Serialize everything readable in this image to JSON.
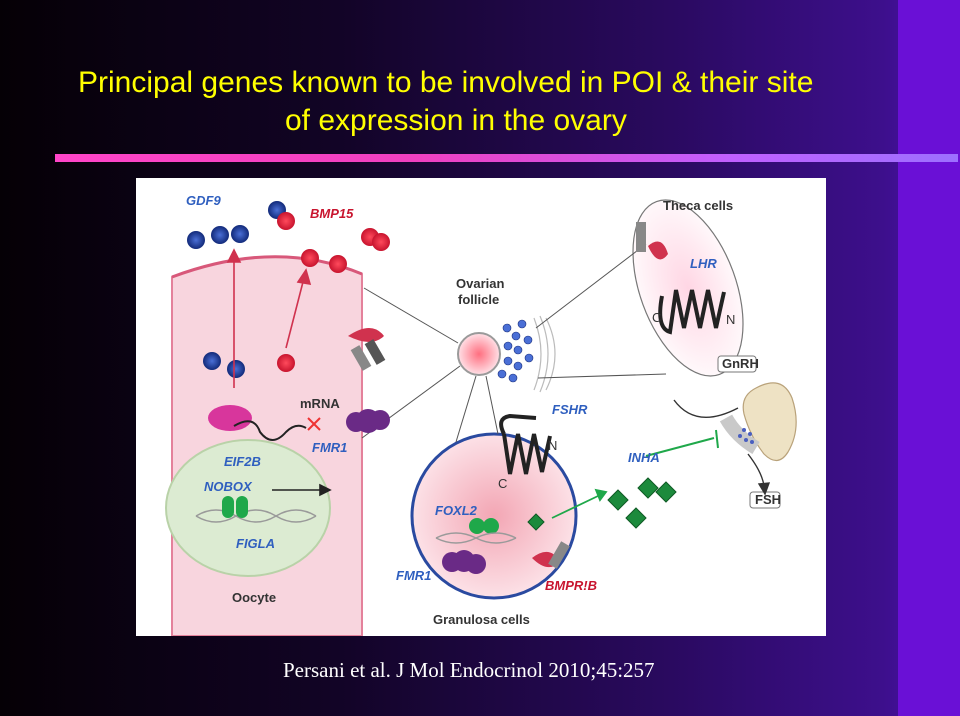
{
  "slide": {
    "title_line1": "Principal genes known to be involved in POI & their site",
    "title_line2": "of expression in the ovary",
    "citation": "Persani et al. J Mol Endocrinol 2010;45:257"
  },
  "diagram": {
    "labels": {
      "gdf9": "GDF9",
      "bmp15": "BMP15",
      "theca_cells": "Theca cells",
      "ovarian_follicle_1": "Ovarian",
      "ovarian_follicle_2": "follicle",
      "lhr": "LHR",
      "gnrh": "GnRH",
      "mrna": "mRNA",
      "fmr1_oocyte": "FMR1",
      "fshr": "FSHR",
      "eif2b": "EIF2B",
      "nobox": "NOBOX",
      "figla": "FIGLA",
      "inha": "INHA",
      "foxl2": "FOXL2",
      "fsh": "FSH",
      "fmr1_granulosa": "FMR1",
      "bmpr1b": "BMPR!B",
      "oocyte": "Oocyte",
      "granulosa_cells": "Granulosa cells",
      "c_lhr": "C",
      "n_lhr": "N",
      "n_fshr": "N",
      "c_fshr": "C"
    },
    "colors": {
      "gene_label": "#2f5fbf",
      "protein_label": "#c8142e",
      "neutral_label": "#222222",
      "oocyte_fill": "#f6cad6",
      "nucleus_fill": "#d9ead0",
      "granulosa_fill": "#f3b3c0"
    }
  }
}
